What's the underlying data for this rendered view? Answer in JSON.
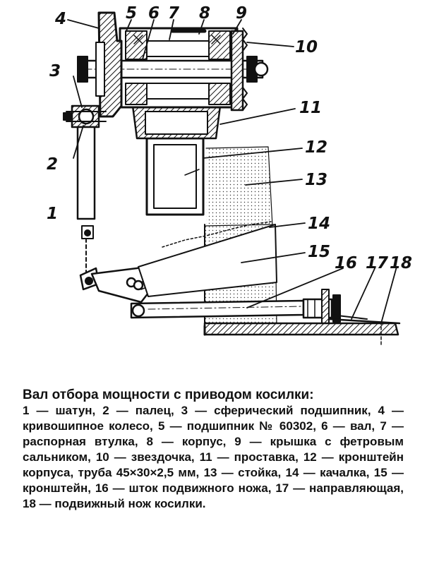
{
  "figure": {
    "callouts": [
      "1",
      "2",
      "3",
      "4",
      "5",
      "6",
      "7",
      "8",
      "9",
      "10",
      "11",
      "12",
      "13",
      "14",
      "15",
      "16",
      "17",
      "18"
    ]
  },
  "caption": {
    "title": "Вал отбора мощности с приводом косилки:",
    "body": "1 — шатун, 2 — палец, 3 — сферический подшипник, 4 — кривошипное колесо, 5 — подшипник № 60302, 6 — вал, 7 — распорная втулка, 8 — корпус, 9 — крышка с фетровым сальником, 10 — звездочка, 11 — проставка, 12 — кронштейн корпуса, труба 45×30×2,5 мм, 13 — стойка, 14 — качалка, 15 — кронштейн, 16 — шток подвижного ножа, 17 — направляющая, 18 — подвижный нож косилки."
  }
}
